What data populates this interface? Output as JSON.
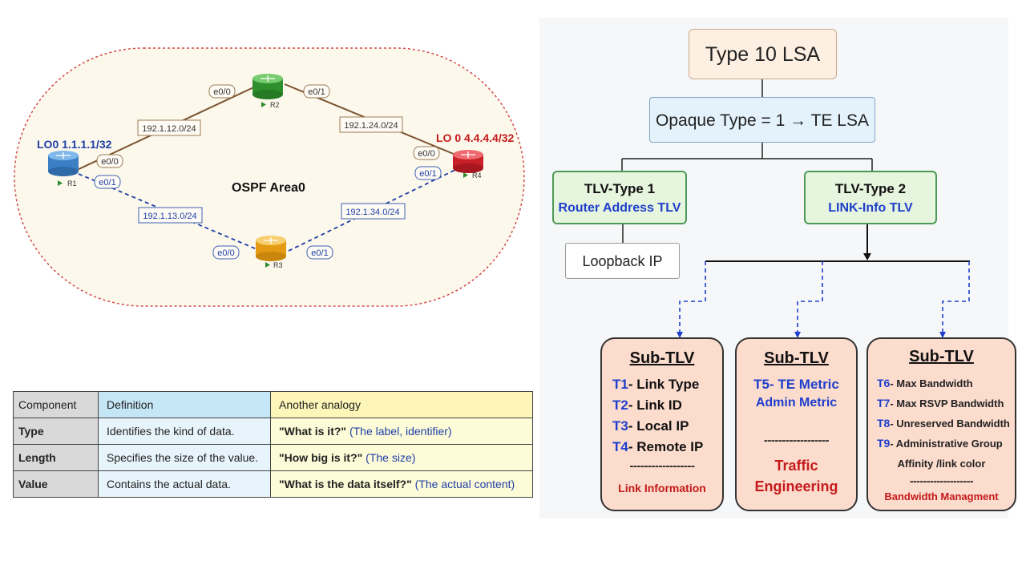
{
  "network": {
    "area_label": "OSPF Area0",
    "routers": [
      {
        "name": "R1",
        "color": "#4a90d9"
      },
      {
        "name": "R2",
        "color": "#3ea63a"
      },
      {
        "name": "R3",
        "color": "#f2a81d"
      },
      {
        "name": "R4",
        "color": "#d8232a"
      }
    ],
    "loopbacks": {
      "r1": "LO0 1.1.1.1/32",
      "r4": "LO 0 4.4.4.4/32"
    },
    "subnets": {
      "r1_r2": "192.1.12.0/24",
      "r2_r4": "192.1.24.0/24",
      "r1_r3": "192.1.13.0/24",
      "r3_r4": "192.1.34.0/24"
    },
    "interfaces": {
      "r1_top": "e0/0",
      "r1_bottom": "e0/1",
      "r2_left": "e0/0",
      "r2_right": "e0/1",
      "r3_left": "e0/0",
      "r3_right": "e0/1",
      "r4_top": "e0/0",
      "r4_bottom": "e0/1"
    }
  },
  "table": {
    "headers": [
      "Component",
      "Definition",
      "Another analogy"
    ],
    "rows": [
      {
        "component": "Type",
        "definition": "Identifies the kind of data.",
        "quote": "\"What is it?\"",
        "note": "(The label, identifier)"
      },
      {
        "component": "Length",
        "definition": "Specifies the size of the value.",
        "quote": "\"How big is it?\"",
        "note": "(The size)"
      },
      {
        "component": "Value",
        "definition": "Contains the actual data.",
        "quote": "\"What is the data itself?\"",
        "note": "(The actual content)"
      }
    ]
  },
  "tree": {
    "root": "Type 10 LSA",
    "opaque": "Opaque Type = 1 → TE LSA",
    "tlv1": {
      "title": "TLV-Type 1",
      "subtitle": "Router Address TLV"
    },
    "tlv2": {
      "title": "TLV-Type 2",
      "subtitle": "LINK-Info TLV"
    },
    "loopback": "Loopback IP",
    "subtlvs": [
      {
        "title": "Sub-TLV",
        "items": [
          {
            "key": "T1",
            "text": "- Link Type"
          },
          {
            "key": "T2",
            "text": "- Link ID"
          },
          {
            "key": "T3",
            "text": "- Local IP"
          },
          {
            "key": "T4",
            "text": "- Remote IP"
          }
        ],
        "divider": "------------------",
        "footer": "Link Information"
      },
      {
        "title": "Sub-TLV",
        "line1": "T5- TE Metric",
        "line2": "Admin Metric",
        "divider": "------------------",
        "footer_line1": "Traffic",
        "footer_line2": "Engineering"
      },
      {
        "title": "Sub-TLV",
        "items": [
          {
            "key": "T6",
            "text": "- Max Bandwidth"
          },
          {
            "key": "T7",
            "text": "- Max RSVP Bandwidth"
          },
          {
            "key": "T8",
            "text": "- Unreserved Bandwidth"
          },
          {
            "key": "T9",
            "text": "- Administrative Group"
          }
        ],
        "extra": "Affinity /link color",
        "divider": "-------------------",
        "footer": "Bandwidth Managment"
      }
    ]
  }
}
